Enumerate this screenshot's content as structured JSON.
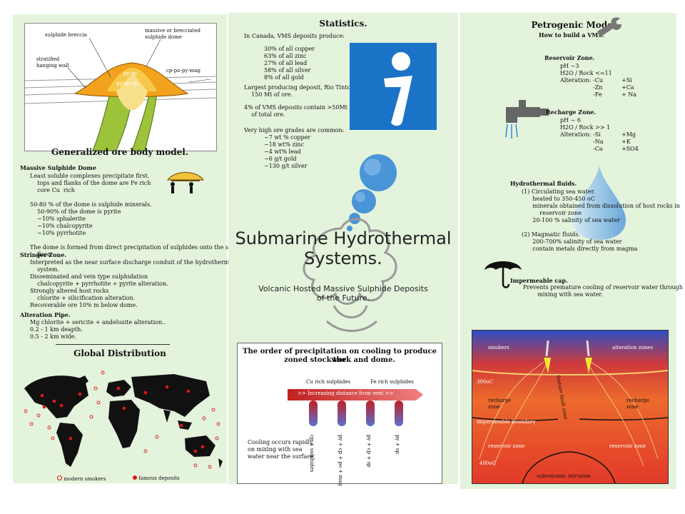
{
  "left": {
    "diagram_labels": {
      "sulphide_breccia": "sulphide breccia",
      "massive_dome": "massive or brecciated sulphide dome",
      "stratified": "stratified hanging wall",
      "py_sp": "py-sp",
      "py_sp_cp": "py-sp-cp",
      "cp_po": "cp-po-py-mag"
    },
    "title": "Generalized ore body model.",
    "dome_heading": "Massive Sulphide Dome",
    "dome_lines": [
      "Least soluble complexes precipitate first.",
      "    tops and flanks of the dome are Fe rich",
      "    core Cu  rich",
      "",
      "50-80 % of the dome is sulphide minerals.",
      "    50-90% of the dome is pyrite",
      "    ~10% sphalerite",
      "    ~10% chalcopyrite",
      "    ~10% pyrrhotite",
      "",
      "The dome is formed from direct precipitation of sulphides onto the sea",
      "    floor."
    ],
    "stringer_heading": "Stringer Zone.",
    "stringer_lines": [
      "Interpreted as the near surface discharge conduit of the hydrothermal",
      "    system.",
      "Disseminated and vein type sulphidation",
      "    chalcopyrite + pyrrhotite + pyrite alteration.",
      "Strongly altered host rocks",
      "    chlorite + silicification alteration.",
      "Recoverable ore 10% m below dome."
    ],
    "alteration_heading": "Alteration Pipe.",
    "alteration_lines": [
      "Mg chlorite + sericite + andelusite alteration..",
      "0.2 - 1 km deapth.",
      "0.5 - 2 km wide."
    ],
    "global_title": "Global Distribution",
    "legend_modern": "modern smokers",
    "legend_famous": "famous deposits"
  },
  "middle": {
    "stats_title": "Statistics.",
    "stats_intro": "In Canada, VMS deposits produce:",
    "stats_list": [
      "30% of all copper",
      "63% of all zinc",
      "27% of all lead",
      "58% of all silver",
      "8% of all gold"
    ],
    "largest": [
      "Largest producing deposit, Rio Tinto.",
      "    150 Mt of ore."
    ],
    "percent_lines": [
      "4% of VMS deposits contain >50Mt",
      "    of total ore."
    ],
    "high_grade_intro": "Very high ore grades are common:",
    "high_grade_list": [
      "~7 wt % copper",
      "~18 wt% zinc",
      "~4 wt% lead",
      "~6 g/t gold",
      "~130 g/t silver"
    ],
    "info_icon": "info-icon",
    "main_title_1": "Submarine Hydrothermal",
    "main_title_2": "Systems.",
    "subtitle_1": "Volcanic Hosted Massive Sulphide Deposits",
    "subtitle_2": "of the Future.",
    "precip_title_1": "The order of precipitation on cooling to produce the",
    "precip_title_2": "zoned stockwork and dome.",
    "cu_rich": "Cu rich sulphides",
    "fe_rich": "Fe rich sulphides",
    "arrow_label": ">> Increasing distance from vent >>",
    "cooling_lines": [
      "Cooling occurs rapidly",
      "on mixing with sea",
      "water near the surface."
    ],
    "columns": [
      "cp + sulphides",
      "py + cp + po + mag",
      "py + cp + sp",
      "py + sp"
    ]
  },
  "right": {
    "title": "Petrogenic Model.",
    "subtitle": "How to build a VMS.",
    "reservoir_heading": "Reservoir Zone.",
    "reservoir_lines": [
      "pH ~3",
      "H2O / Rock <=11"
    ],
    "reservoir_alt": [
      [
        "Alteration:",
        "-Cu",
        "+Si"
      ],
      [
        "",
        "-Zn",
        "+Ca"
      ],
      [
        "",
        "-Fe",
        "+ Na"
      ]
    ],
    "recharge_heading": "Recharge Zone.",
    "recharge_lines": [
      "pH ~ 6",
      "H2O / Rock >> 1"
    ],
    "recharge_alt": [
      [
        "Alteration:",
        "-Si",
        "+Mg"
      ],
      [
        "",
        "-Na",
        "+K"
      ],
      [
        "",
        "-Ca",
        "+SO4"
      ]
    ],
    "fluids_heading": "Hydrothermal fluids.",
    "fluids_lines": [
      "(1) Circulating sea water.",
      "      heated to 350-450 oC",
      "      minerals obtained from dissolution of host rocks in",
      "          reservoir zone",
      "      20-100 % salinity of sea water",
      "",
      "(2) Magmatic fluids.",
      "      200-700% salinity of sea water",
      "      contain metals directly from magma"
    ],
    "cap_heading": "Impermeable cap.",
    "cap_lines": [
      "Prevents premature cooling of reservoir water through",
      "        mixing with sea water."
    ],
    "model_labels": {
      "smokers": "smokers",
      "alteration": "alteration zones",
      "t300": "300oC",
      "recharge_l": "recharge zone",
      "recharge_r": "recharge zone",
      "fault": "feature fault zone",
      "impermeable": "impermeable boundary",
      "reservoir_l": "reservoir zone",
      "reservoir_r": "reservoir zone",
      "t400": "400oC",
      "intrusion": "subvolcanic intrusion"
    }
  },
  "colors": {
    "panel_bg": "#e4f3dc",
    "info_blue": "#1a73c7",
    "bubble_blue": "#4a94d8",
    "dome_orange": "#f2a21c",
    "pipe_green": "#9cc33a",
    "model_red": "#e23a2a",
    "model_blue": "#2d4fc4"
  }
}
